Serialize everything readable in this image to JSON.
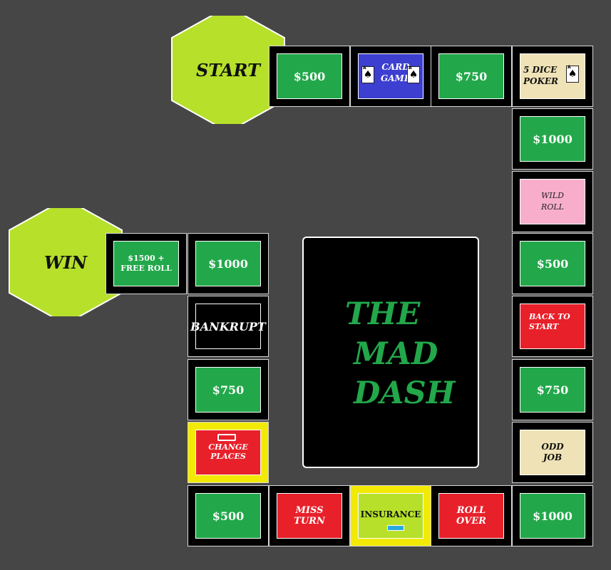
{
  "title": {
    "line1": "THE",
    "line2": "MAD",
    "line3": "DASH"
  },
  "start": {
    "label": "START"
  },
  "win": {
    "label": "WIN"
  },
  "colors": {
    "background": "#464646",
    "green": "#22a84a",
    "red": "#e8202a",
    "lime": "#b6e02a",
    "yellow": "#f2ea05",
    "pink": "#f8aecb",
    "cream": "#efe2b6",
    "blue": "#3c3fd0"
  },
  "spaces": {
    "top_500": "$500",
    "card_game": {
      "line1": "CARD",
      "line2": "GAME",
      "icon": "ace-of-spades-icon"
    },
    "top_750": "$750",
    "dice_poker": {
      "line1": "5 DICE",
      "line2": "POKER",
      "icon": "ace-of-spades-icon"
    },
    "right_1000_a": "$1000",
    "wild_roll": {
      "line1": "WILD",
      "line2": "ROLL"
    },
    "right_500": "$500",
    "back_to_start": {
      "line1": "BACK TO",
      "line2": "START"
    },
    "right_750": "$750",
    "odd_job": {
      "line1": "ODD",
      "line2": "JOB"
    },
    "corner_1000": "$1000",
    "roll_over": {
      "line1": "ROLL",
      "line2": "OVER"
    },
    "insurance": "INSURANCE",
    "miss_turn": {
      "line1": "MISS",
      "line2": "TURN"
    },
    "bottom_500": "$500",
    "change_places": {
      "line1": "CHANGE",
      "line2": "PLACES"
    },
    "left_750": "$750",
    "bankrupt": "BANKRUPT",
    "left_1000": "$1000",
    "free_roll": {
      "line1": "$1500 +",
      "line2": "FREE ROLL"
    }
  }
}
